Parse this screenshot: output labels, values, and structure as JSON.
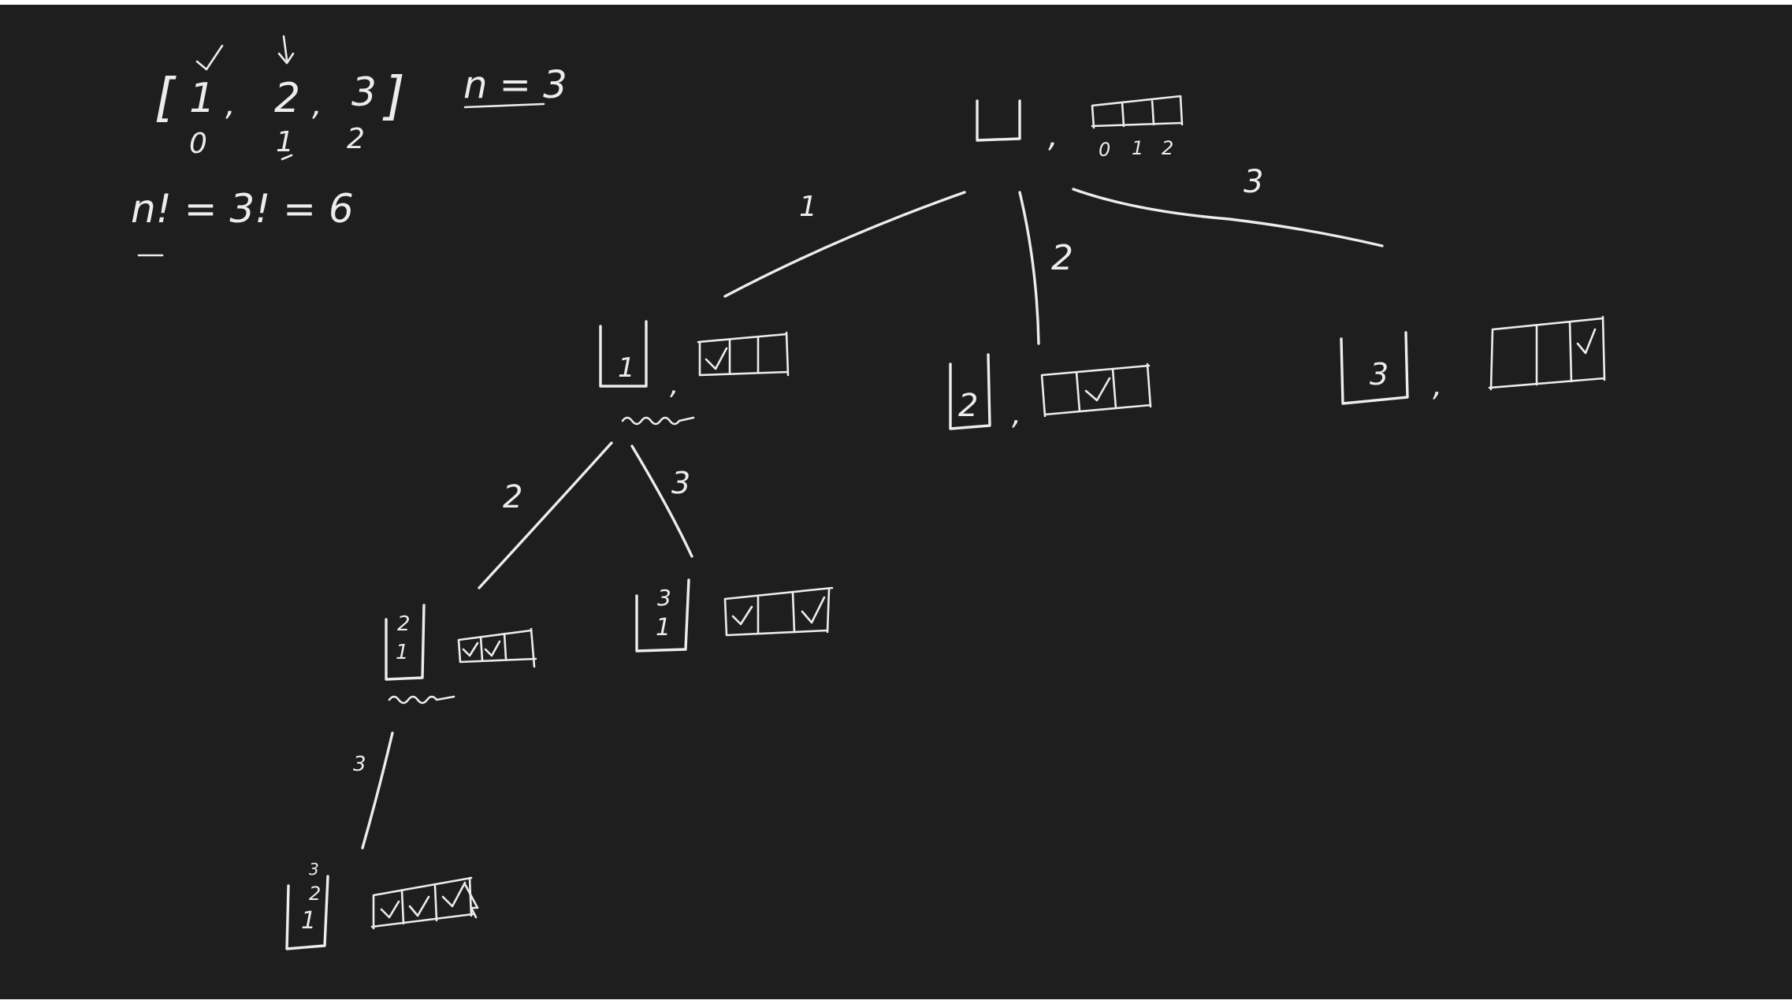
{
  "colors": {
    "board": "#1e1e1e",
    "ink": "#ececec"
  },
  "notes": {
    "array_open": "[",
    "array_close": "]",
    "array_values": [
      "1",
      "2",
      "3"
    ],
    "array_indices": [
      "0",
      "1",
      "2"
    ],
    "n_value": "n = 3",
    "factorial": "n! = 3! = 6"
  },
  "tree": {
    "root": {
      "idx_labels": [
        "0",
        "1",
        "2"
      ]
    },
    "edges": [
      "1",
      "2",
      "3",
      "2",
      "3",
      "3"
    ],
    "nodes": {
      "node_1": {
        "stack": [
          "1"
        ]
      },
      "node_2": {
        "stack": [
          "2"
        ]
      },
      "node_3": {
        "stack": [
          "3"
        ]
      },
      "node_1_2": {
        "stack": [
          "2",
          "1"
        ]
      },
      "node_1_3": {
        "stack": [
          "3",
          "1"
        ]
      },
      "node_1_2_3": {
        "stack": [
          "3",
          "2",
          "1"
        ]
      }
    },
    "separator": ","
  }
}
